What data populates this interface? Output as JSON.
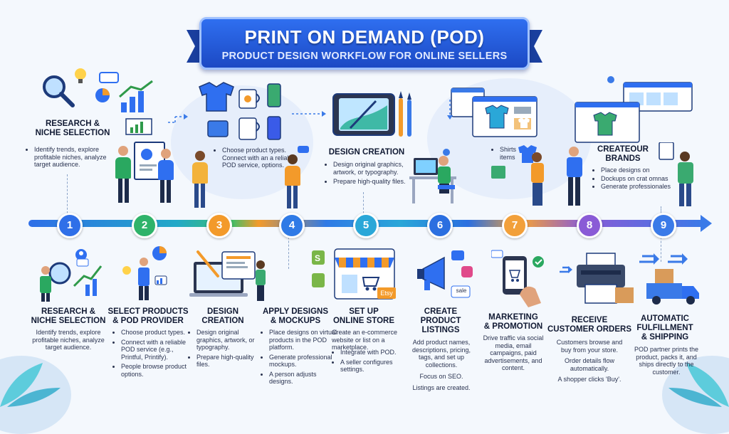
{
  "banner": {
    "title": "PRINT ON DEMAND (POD)",
    "subtitle": "PRODUCT DESIGN WORKFLOW FOR ONLINE SELLERS"
  },
  "top": {
    "research": {
      "title_l1": "RESEARCH &",
      "title_l2": "NICHE SELECTION",
      "bullets": [
        "Identify trends, explore profitable niches, analyze target audience."
      ]
    },
    "products": {
      "bullets": [
        "Choose product types. Connect with an a reliable POD service, options."
      ]
    },
    "design": {
      "title": "DESIGN CREATION",
      "bullets": [
        "Design original graphics, artwork, or typography.",
        "Prepare high-quality files."
      ]
    },
    "mockup": {
      "bullets": [
        "Shirts  items"
      ]
    },
    "brand": {
      "title_l1": "CREATEOUR",
      "title_l2": "BRANDS",
      "bullets": [
        "Place designs on",
        "Dockups on crat omnas",
        "Generate professionales"
      ]
    }
  },
  "nodes": [
    {
      "num": "1",
      "color": "#2f6fe8"
    },
    {
      "num": "2",
      "color": "#2fb36a"
    },
    {
      "num": "3",
      "color": "#f39a2a"
    },
    {
      "num": "4",
      "color": "#2f7ae6"
    },
    {
      "num": "5",
      "color": "#2aa7d8"
    },
    {
      "num": "6",
      "color": "#2b6fe0"
    },
    {
      "num": "7",
      "color": "#f2a03a"
    },
    {
      "num": "8",
      "color": "#8a5bd6"
    },
    {
      "num": "9",
      "color": "#3a7ae8"
    }
  ],
  "steps": [
    {
      "t1": "RESEARCH &",
      "t2": "NICHE SELECTION",
      "body": "Identify trends, explore profitable niches, analyze target audience."
    },
    {
      "t1": "SELECT PRODUCTS",
      "t2": "& POD PROVIDER",
      "bullets": [
        "Choose product types.",
        "Connect with a reliable POD service (e.g., Printful, Printify).",
        "People browse product options."
      ]
    },
    {
      "t1": "DESIGN",
      "t2": "CREATION",
      "bullets": [
        "Design original graphics, artwork, or typography.",
        "Prepare high-quality files."
      ]
    },
    {
      "t1": "APPLY DESIGNS",
      "t2": "& MOCKUPS",
      "bullets": [
        "Place designs on virtual products in the POD platform.",
        "Generate professional mockups.",
        "A person adjusts designs."
      ]
    },
    {
      "t1": "SET UP",
      "t2": "ONLINE STORE",
      "body": "Create an e-commerce website or list on a marketplace.",
      "bullets": [
        "Integrate with POD.",
        "A seller configures settings."
      ]
    },
    {
      "t1": "CREATE",
      "t2": "PRODUCT",
      "t3": "LISTINGS",
      "body": "Add product names, descriptions, pricing, tags, and set up collections.",
      "body2": "Focus on SEO.",
      "body3": "Listings are created."
    },
    {
      "t1": "MARKETING",
      "t2": "& PROMOTION",
      "body": "Drive traffic via social media, email campaigns, paid advertisements, and content."
    },
    {
      "t1": "RECEIVE",
      "t2": "CUSTOMER ORDERS",
      "body": "Customers browse and buy from your store.",
      "body2": "Order details flow automatically.",
      "body3": "A shopper clicks 'Buy'."
    },
    {
      "t1": "AUTOMATIC",
      "t2": "FULFILLMENT",
      "t3": "& SHIPPING",
      "body": "POD partner prints the product, packs it, and ships directly to the customer."
    }
  ],
  "icon_labels": {
    "etsy": "Etsy",
    "sale": "sale"
  },
  "colors": {
    "primary": "#2f6ff0",
    "accent": "#f39a2a"
  }
}
